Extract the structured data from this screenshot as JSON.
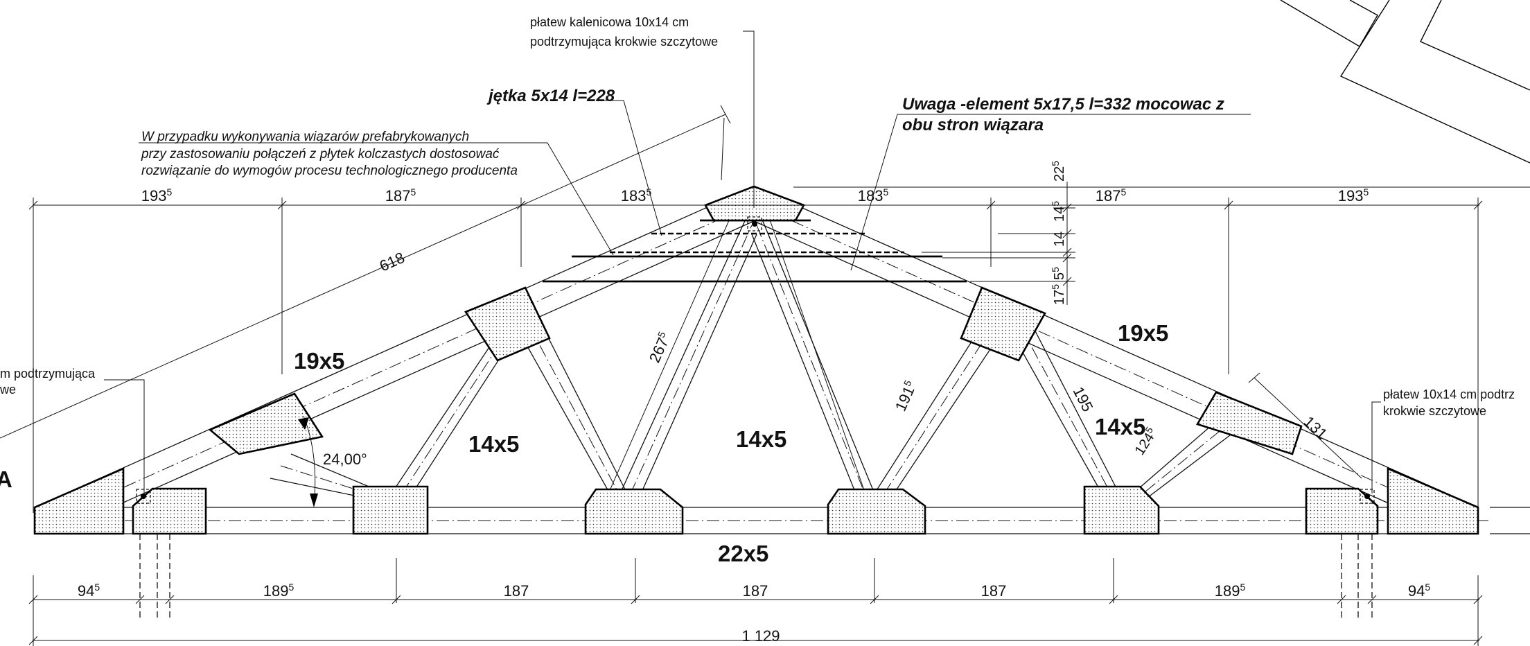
{
  "notes": {
    "ridge_purlin_1": "płatew kalenicowa 10x14 cm",
    "ridge_purlin_2": "podtrzymująca krokwie szczytowe",
    "collar": "jętka 5x14 l=228",
    "prefab_1": "W przypadku wykonywania wiązarów prefabrykowanych",
    "prefab_2": "przy zastosowaniu połączeń z płytek kolczastych dostosować",
    "prefab_3": "rozwiązanie do wymogów procesu technologicznego producenta",
    "warning_1": "Uwaga -element 5x17,5 l=332  mocowac z",
    "warning_2": "obu stron wiązara",
    "left_purlin_1": "m podtrzymująca",
    "left_purlin_2": "we",
    "right_purlin_1": "płatew 10x14 cm podtrz",
    "right_purlin_2": "krokwie szczytowe",
    "left_letter": "A"
  },
  "members": {
    "rafter_left": "19x5",
    "rafter_right": "19x5",
    "web_left": "14x5",
    "web_center": "14x5",
    "web_right": "14x5",
    "bottom_chord": "22x5"
  },
  "angle": "24,00°",
  "top_dims": [
    {
      "main": "193",
      "sup": "5"
    },
    {
      "main": "187",
      "sup": "5"
    },
    {
      "main": "183",
      "sup": "5"
    },
    {
      "main": "183",
      "sup": "5"
    },
    {
      "main": "187",
      "sup": "5"
    },
    {
      "main": "193",
      "sup": "5"
    }
  ],
  "bottom_dims": [
    {
      "main": "94",
      "sup": "5"
    },
    {
      "main": "189",
      "sup": "5"
    },
    {
      "main": "187",
      "sup": ""
    },
    {
      "main": "187",
      "sup": ""
    },
    {
      "main": "187",
      "sup": ""
    },
    {
      "main": "189",
      "sup": "5"
    },
    {
      "main": "94",
      "sup": "5"
    }
  ],
  "total_dim": "1 129",
  "rafter_length": "618",
  "web_lengths": {
    "left": {
      "main": "267",
      "sup": "5"
    },
    "right": {
      "main": "191",
      "sup": "5"
    },
    "right_short": "195",
    "right_lower": {
      "main": "124",
      "sup": "5"
    },
    "right_eave": "131"
  },
  "vertical_dims": [
    {
      "main": "22",
      "sup": "5"
    },
    {
      "main": "14",
      "sup": "5"
    },
    {
      "main": "14",
      "sup": ""
    },
    {
      "main": "5",
      "sup": "5"
    },
    {
      "main": "17",
      "sup": "5"
    }
  ]
}
